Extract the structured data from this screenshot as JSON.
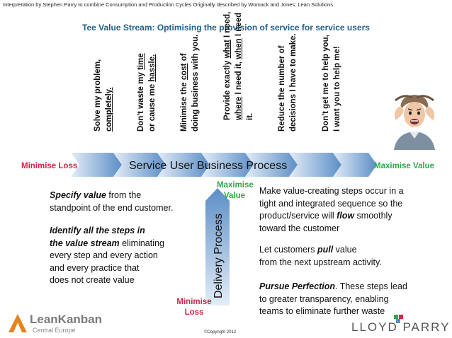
{
  "header": {
    "credit": "Interpretation by Stephen Parry to combine Consumption and Production Cycles  Originally described by Womack and Jones: Lean Solutions",
    "title": "Tee Value Stream: Optimising the provision of service for service users"
  },
  "customer_statements": [
    {
      "lines": [
        "Solve my problem,",
        "completely."
      ],
      "underlined": [
        "completely."
      ]
    },
    {
      "lines": [
        "Don't waste my time",
        "or cause me hassle."
      ],
      "underlined": [
        "time",
        "hassle."
      ]
    },
    {
      "lines": [
        "Minimise the cost of",
        "doing business with you."
      ],
      "underlined": [
        "cost"
      ]
    },
    {
      "lines": [
        "Provide exactly what I need,",
        "where I need it, when I need",
        "it."
      ],
      "underlined": [
        "what",
        "where",
        "when"
      ]
    },
    {
      "lines": [
        "Reduce the number of",
        "decisions I have to make."
      ],
      "underlined": []
    },
    {
      "lines": [
        "Don't get me to help you,",
        "I want you to help me!"
      ],
      "underlined": []
    }
  ],
  "process": {
    "label": "Service User Business Process",
    "left_label": "Minimise Loss",
    "right_label": "Maximise Value",
    "delivery_label": "Delivery Process",
    "delivery_top_lines": [
      "Maximise",
      "Value"
    ],
    "delivery_bottom_lines": [
      "Minimise",
      "Loss"
    ]
  },
  "principles_left": [
    {
      "segments": [
        {
          "t": "Specify value",
          "s": "bi"
        },
        {
          "t": " from the",
          "s": ""
        }
      ]
    },
    {
      "segments": [
        {
          "t": "standpoint of the end customer.",
          "s": ""
        }
      ]
    },
    {
      "segments": [
        {
          "t": "Identify all the steps in",
          "s": "bi"
        }
      ]
    },
    {
      "segments": [
        {
          "t": "the value stream",
          "s": "bi"
        },
        {
          "t": " eliminating",
          "s": ""
        }
      ]
    },
    {
      "segments": [
        {
          "t": "every step and every action",
          "s": ""
        }
      ]
    },
    {
      "segments": [
        {
          "t": "and every practice that",
          "s": ""
        }
      ]
    },
    {
      "segments": [
        {
          "t": "does not create value",
          "s": ""
        }
      ]
    }
  ],
  "principles_right": [
    {
      "segments": [
        {
          "t": "Make value-creating steps occur in a",
          "s": ""
        }
      ]
    },
    {
      "segments": [
        {
          "t": "tight and integrated sequence so the",
          "s": ""
        }
      ]
    },
    {
      "segments": [
        {
          "t": "product/service will ",
          "s": ""
        },
        {
          "t": "flow",
          "s": "bi"
        },
        {
          "t": " smoothly",
          "s": ""
        }
      ]
    },
    {
      "segments": [
        {
          "t": "toward the customer",
          "s": ""
        }
      ]
    },
    {
      "segments": [
        {
          "t": "Let customers ",
          "s": ""
        },
        {
          "t": "pull",
          "s": "bi"
        },
        {
          "t": " value",
          "s": ""
        }
      ]
    },
    {
      "segments": [
        {
          "t": "from the next upstream activity.",
          "s": ""
        }
      ]
    },
    {
      "segments": [
        {
          "t": "Pursue Perfection",
          "s": "bi"
        },
        {
          "t": ". These steps lead",
          "s": ""
        }
      ]
    },
    {
      "segments": [
        {
          "t": "to greater transparency, enabling",
          "s": ""
        }
      ]
    },
    {
      "segments": [
        {
          "t": "teams to eliminate further waste",
          "s": ""
        }
      ]
    }
  ],
  "footer": {
    "copyright": "©Copyright 2012",
    "leankanban_name": "LeanKanban",
    "leankanban_sub": "Central Europe",
    "lloydparry": "LLOYD PARRY"
  },
  "colors": {
    "title": "#1f5f8b",
    "loss": "#d6234a",
    "value": "#2ea84a",
    "arrow_light": "#dfe9f4",
    "arrow_dark": "#5b8ec7"
  }
}
